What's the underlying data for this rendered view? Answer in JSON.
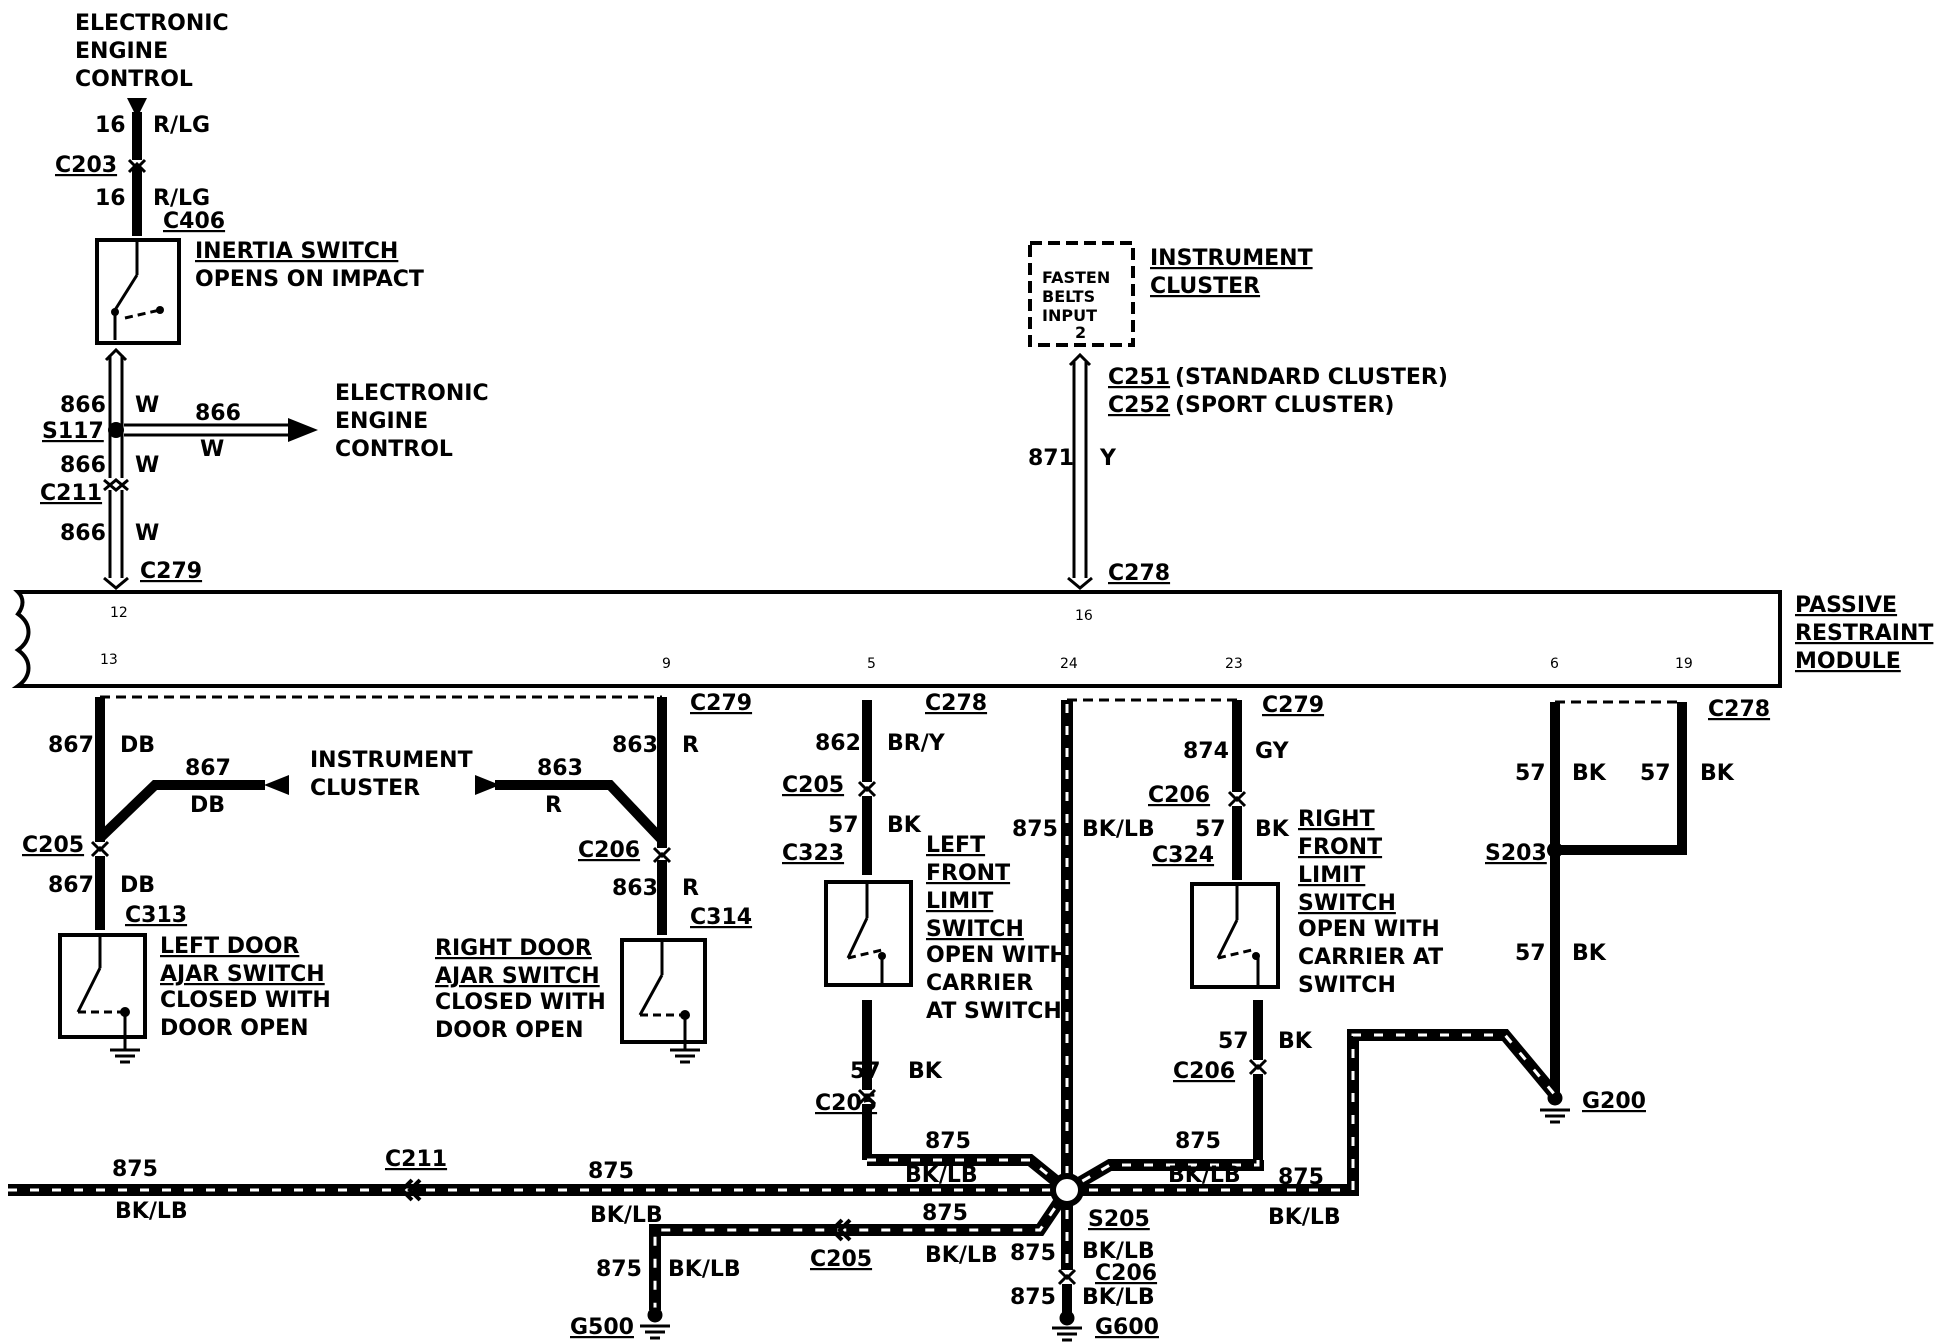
{
  "components": {
    "eec_top": [
      "ELECTRONIC",
      "ENGINE",
      "CONTROL"
    ],
    "eec_right": [
      "ELECTRONIC",
      "ENGINE",
      "CONTROL"
    ],
    "inertia_switch": {
      "title": "INERTIA SWITCH",
      "note": "OPENS ON  IMPACT"
    },
    "instrument_cluster_top": {
      "title_lines": [
        "INSTRUMENT",
        "CLUSTER"
      ],
      "input_lines": [
        "FASTEN",
        "BELTS",
        "INPUT"
      ],
      "input_pin": "2"
    },
    "instrument_cluster_mid": [
      "INSTRUMENT",
      "CLUSTER"
    ],
    "passive_restraint_module": [
      "PASSIVE",
      "RESTRAINT",
      "MODULE"
    ],
    "left_door_ajar": {
      "title_lines": [
        "LEFT DOOR",
        "AJAR SWITCH"
      ],
      "note_lines": [
        "CLOSED WITH",
        "DOOR OPEN"
      ]
    },
    "right_door_ajar": {
      "title_lines": [
        "RIGHT DOOR",
        "AJAR SWITCH"
      ],
      "note_lines": [
        "CLOSED WITH",
        "DOOR OPEN"
      ]
    },
    "left_front_limit": {
      "title_lines": [
        "LEFT",
        "FRONT",
        "LIMIT",
        "SWITCH"
      ],
      "note_lines": [
        "OPEN WITH",
        "CARRIER",
        "AT SWITCH"
      ]
    },
    "right_front_limit": {
      "title_lines": [
        "RIGHT",
        "FRONT",
        "LIMIT",
        "SWITCH"
      ],
      "note_lines": [
        "OPEN WITH",
        "CARRIER AT",
        "SWITCH"
      ]
    }
  },
  "connectors": {
    "c203": "C203",
    "c406": "C406",
    "s117": "S117",
    "c211_top": "C211",
    "c279_a": "C279",
    "c251": "C251",
    "c251_note": "(STANDARD CLUSTER)",
    "c252": "C252",
    "c252_note": "(SPORT CLUSTER)",
    "c278_a": "C278",
    "c279_b": "C279",
    "c278_b": "C278",
    "c279_c": "C279",
    "c278_c": "C278",
    "c205_a": "C205",
    "c313": "C313",
    "c206_a": "C206",
    "c314": "C314",
    "c205_b": "C205",
    "c323": "C323",
    "c205_c": "C205",
    "c206_b": "C206",
    "c324": "C324",
    "c206_c": "C206",
    "s203": "S203",
    "g200": "G200",
    "c211_bot": "C211",
    "c205_d": "C205",
    "s205": "S205",
    "c206_d": "C206",
    "g500": "G500",
    "g600": "G600"
  },
  "module_pins": {
    "p12": "12",
    "p16": "16",
    "p13": "13",
    "p9": "9",
    "p5": "5",
    "p24": "24",
    "p23": "23",
    "p6": "6",
    "p19": "19"
  },
  "wires": {
    "w16a": "16",
    "w16a_c": "R/LG",
    "w16b": "16",
    "w16b_c": "R/LG",
    "w866a": "866",
    "w866a_c": "W",
    "w866h": "866",
    "w866h_c": "W",
    "w866b": "866",
    "w866b_c": "W",
    "w866c": "866",
    "w866c_c": "W",
    "w871": "871",
    "w871_c": "Y",
    "w867a": "867",
    "w867a_c": "DB",
    "w867h": "867",
    "w867h_c": "DB",
    "w867b": "867",
    "w867b_c": "DB",
    "w863a": "863",
    "w863a_c": "R",
    "w863h": "863",
    "w863h_c": "R",
    "w863b": "863",
    "w863b_c": "R",
    "w862": "862",
    "w862_c": "BR/Y",
    "w57a": "57",
    "w57a_c": "BK",
    "w57b": "57",
    "w57b_c": "BK",
    "w875v": "875",
    "w875v_c": "BK/LB",
    "w874": "874",
    "w874_c": "GY",
    "w57c": "57",
    "w57c_c": "BK",
    "w57d": "57",
    "w57d_c": "BK",
    "w57e": "57",
    "w57e_c": "BK",
    "w57f": "57",
    "w57f_c": "BK",
    "w57g": "57",
    "w57g_c": "BK",
    "w875_l1": "875",
    "w875_l1_c": "BK/LB",
    "w875_l2": "875",
    "w875_l2_c": "BK/LB",
    "w875_lf": "875",
    "w875_lf_c": "BK/LB",
    "w875_rf": "875",
    "w875_rf_c": "BK/LB",
    "w875_r": "875",
    "w875_r_c": "BK/LB",
    "w875_c205": "875",
    "w875_c205_c": "BK/LB",
    "w875_g500": "875",
    "w875_g500_c": "BK/LB",
    "w875_s1": "875",
    "w875_s1_c": "BK/LB",
    "w875_s2": "875",
    "w875_s2_c": "BK/LB"
  }
}
